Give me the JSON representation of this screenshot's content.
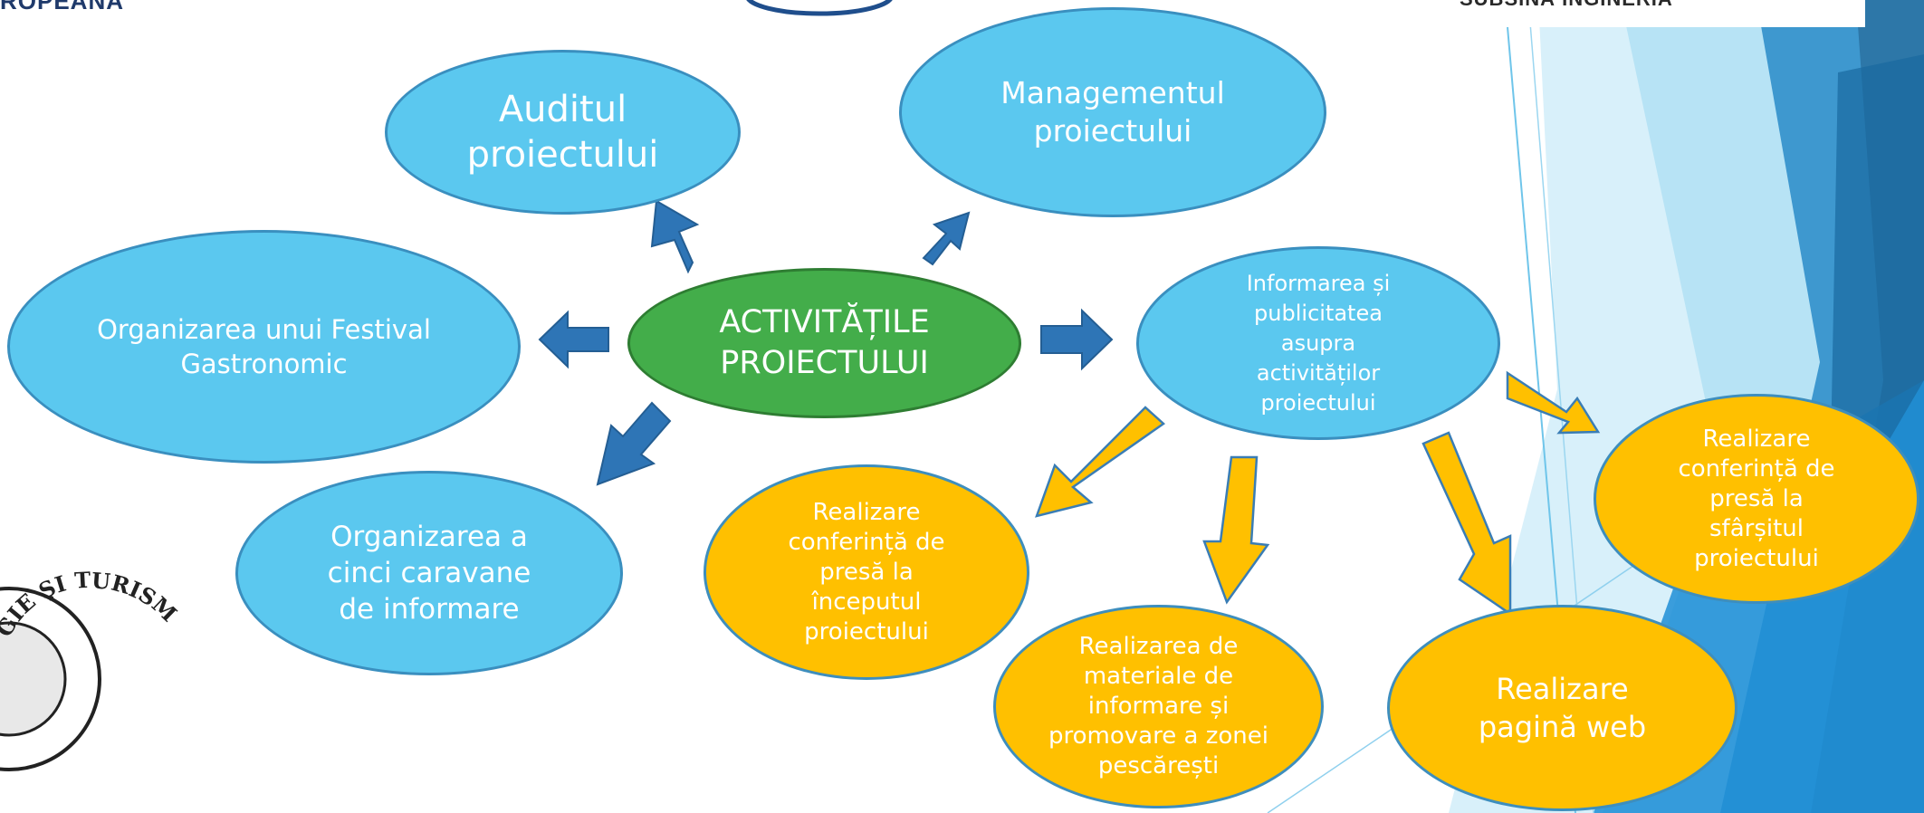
{
  "header": {
    "left_text": "ROPEANĂ",
    "right_text": "SUBSINĂ INGINERIA"
  },
  "seal": {
    "text": "GIE ŞI TURISM"
  },
  "diagram": {
    "center": "ACTIVITĂȚILE PROIECTULUI",
    "nodes": {
      "audit": "Auditul proiectului",
      "management": "Managementul proiectului",
      "festival": "Organizarea unui Festival Gastronomic",
      "caravane": "Organizarea a cinci caravane de informare",
      "informare": "Informarea și publicitatea asupra activităților proiectului",
      "conf_start": "Realizare conferință de presă la începutul proiectului",
      "materiale": "Realizarea de materiale de informare și promovare a zonei pescărești",
      "web": "Realizare pagină web",
      "conf_end": "Realizare conferință de presă la sfârșitul proiectului"
    }
  },
  "colors": {
    "blue_node": "#5bc8ef",
    "green_node": "#43ad4a",
    "gold_node": "#ffc000",
    "arrow_blue": "#2e75b6",
    "arrow_gold": "#ffc000"
  }
}
